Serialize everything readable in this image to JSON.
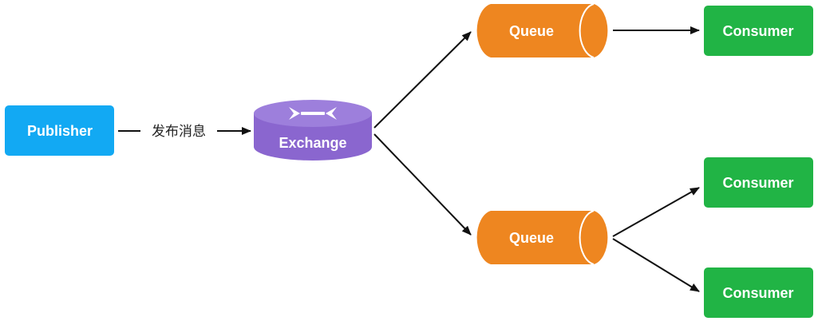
{
  "colors": {
    "publisher": "#12a9f3",
    "exchange": "#8a66cf",
    "exchange_top": "#9d7fdc",
    "queue": "#ee8620",
    "consumer": "#21b445",
    "arrow": "#111111",
    "icon": "#ffffff"
  },
  "publisher": {
    "label": "Publisher"
  },
  "edge_publish": {
    "label": "发布消息"
  },
  "exchange": {
    "label": "Exchange",
    "icon": "routing-arrows-icon"
  },
  "queues": [
    {
      "label": "Queue"
    },
    {
      "label": "Queue"
    }
  ],
  "consumers": [
    {
      "label": "Consumer"
    },
    {
      "label": "Consumer"
    },
    {
      "label": "Consumer"
    }
  ]
}
